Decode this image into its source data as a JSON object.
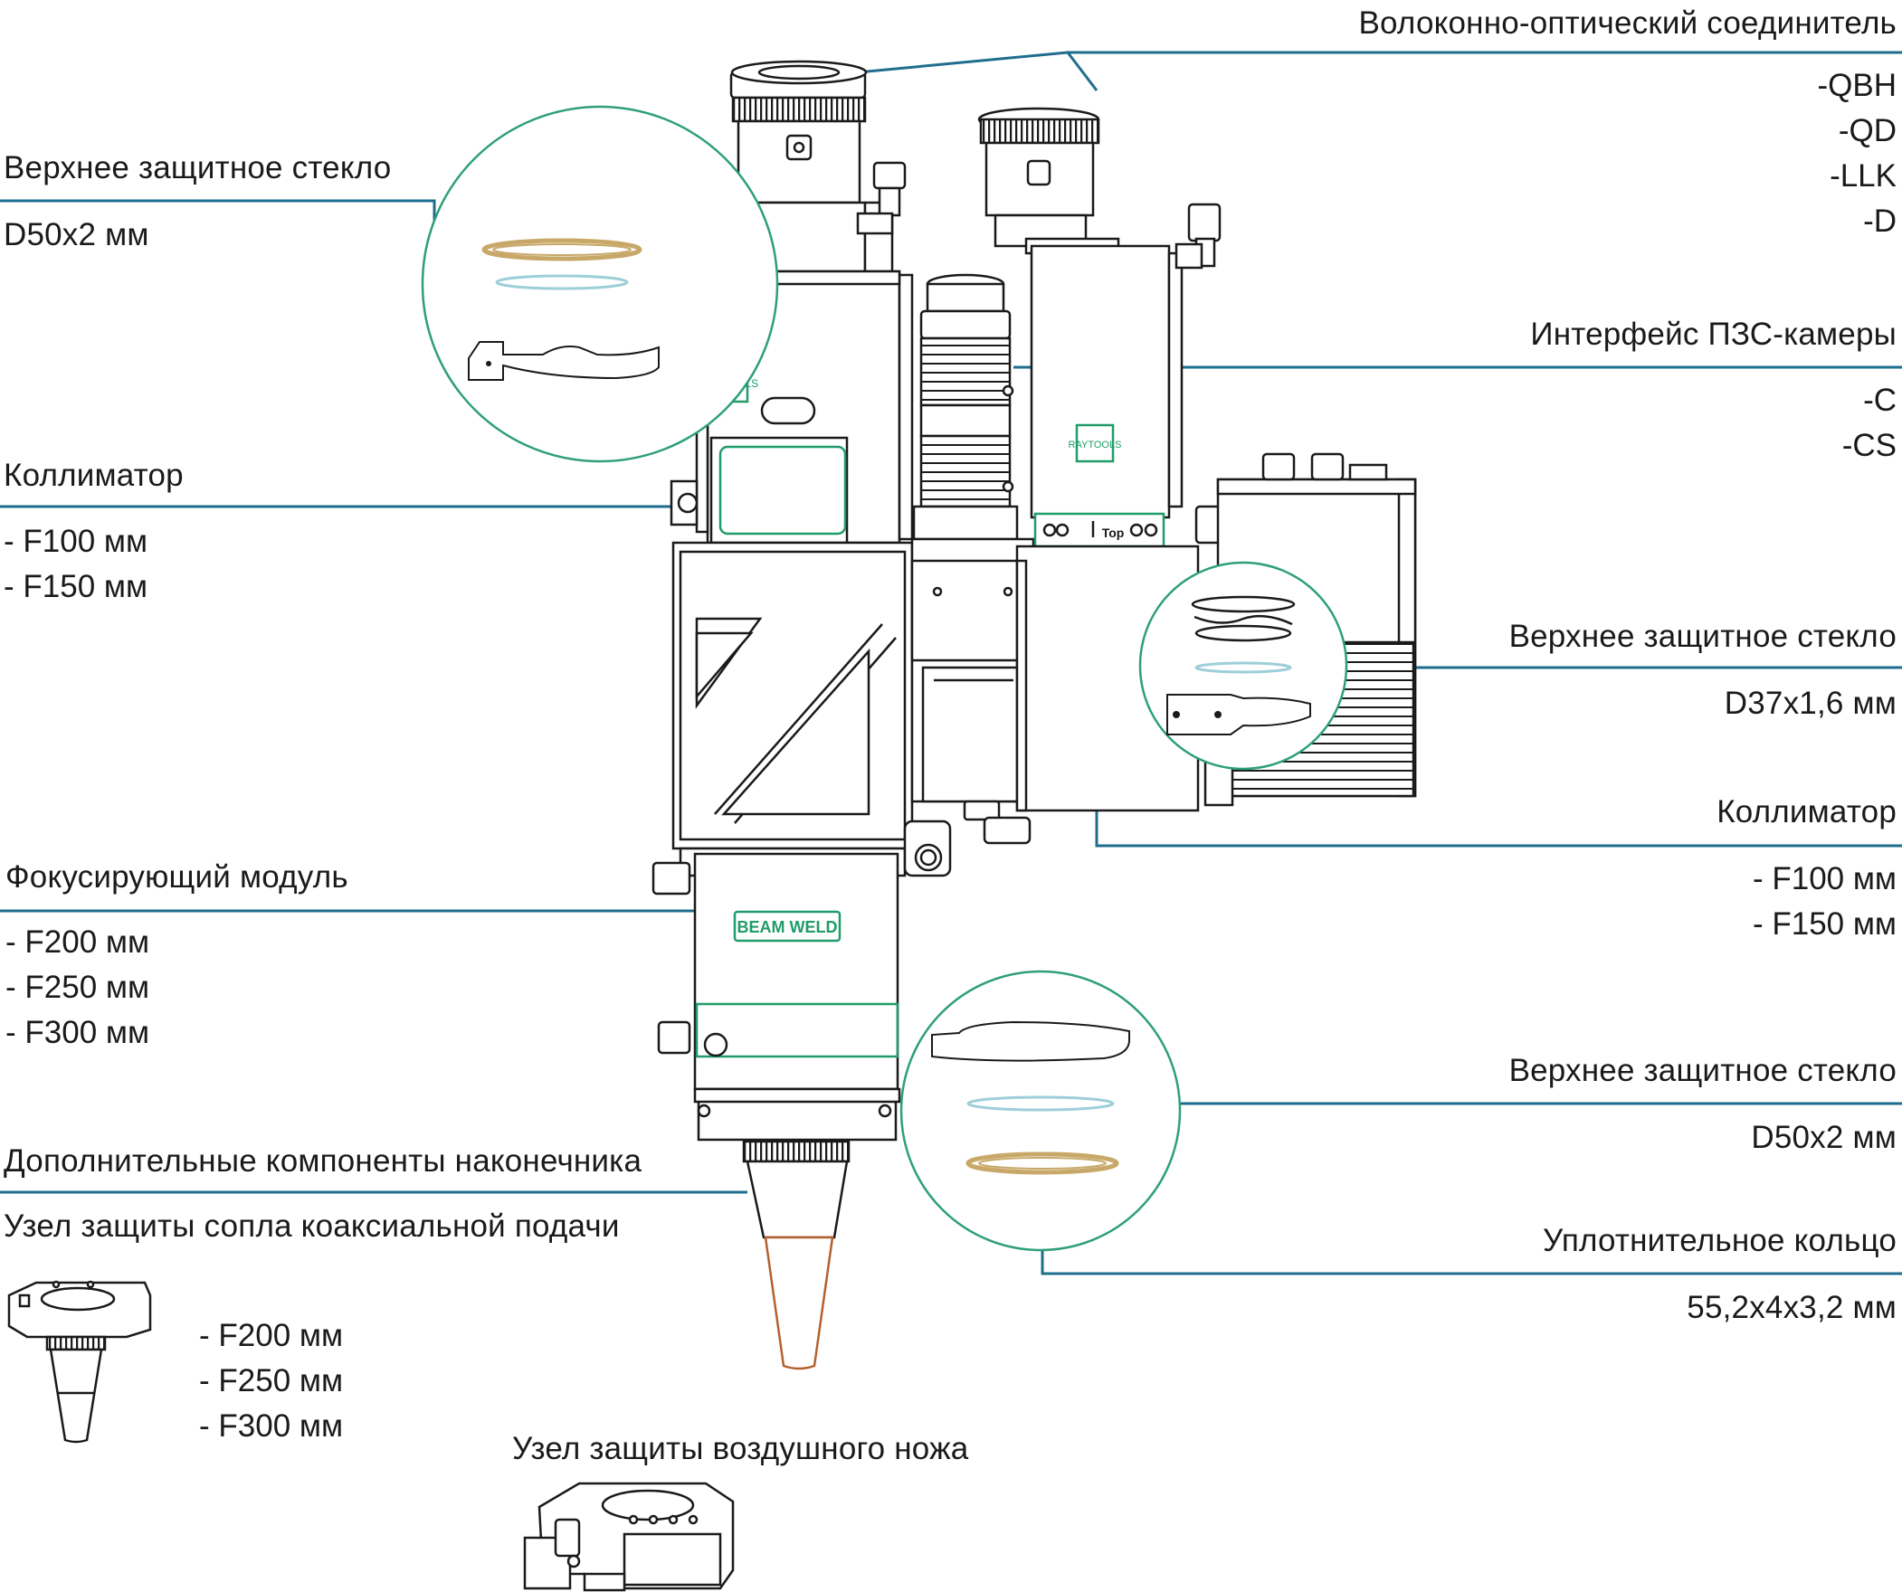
{
  "colors": {
    "leader": "#1f6d8e",
    "callout_circle": "#2e9f7a",
    "accent_green": "#1f9c6a",
    "brass": "#c8a868",
    "glass": "#9ccfd8",
    "copper": "#b5602e",
    "line_art": "#1a1a1a"
  },
  "diagram": {
    "fiber_connector": {
      "title": "Волоконно-оптический соединитель",
      "options": [
        "-QBH",
        "-QD",
        "-LLK",
        "-D"
      ]
    },
    "upper_glass_left": {
      "title": "Верхнее защитное стекло",
      "spec": "D50x2 мм"
    },
    "ccd_interface": {
      "title": "Интерфейс ПЗС-камеры",
      "options": [
        "-C",
        "-CS"
      ]
    },
    "collimator_left": {
      "title": "Коллиматор",
      "options": [
        "- F100 мм",
        "- F150 мм"
      ]
    },
    "upper_glass_right_small": {
      "title": "Верхнее защитное стекло",
      "spec": "D37x1,6 мм"
    },
    "collimator_right": {
      "title": "Коллиматор",
      "options": [
        "- F100 мм",
        "- F150 мм"
      ]
    },
    "focusing_module": {
      "title": "Фокусирующий модуль",
      "options": [
        "- F200 мм",
        "- F250 мм",
        "- F300 мм"
      ]
    },
    "upper_glass_right_large": {
      "title": "Верхнее защитное стекло",
      "spec": "D50x2 мм"
    },
    "nozzle_components": {
      "title": "Дополнительные компоненты наконечника",
      "subtitle": "Узел защиты сопла коаксиальной подачи",
      "options": [
        "- F200 мм",
        "- F250 мм",
        "- F300 мм"
      ]
    },
    "seal_ring": {
      "title": "Уплотнительное кольцо",
      "spec": "55,2x4x3,2 мм"
    },
    "air_knife": {
      "title": "Узел защиты воздушного ножа"
    },
    "brand_plates": {
      "weld_plate": "BEAM   WELD",
      "top_mark": "Top",
      "logo_text": "RAYTOOLS"
    }
  }
}
